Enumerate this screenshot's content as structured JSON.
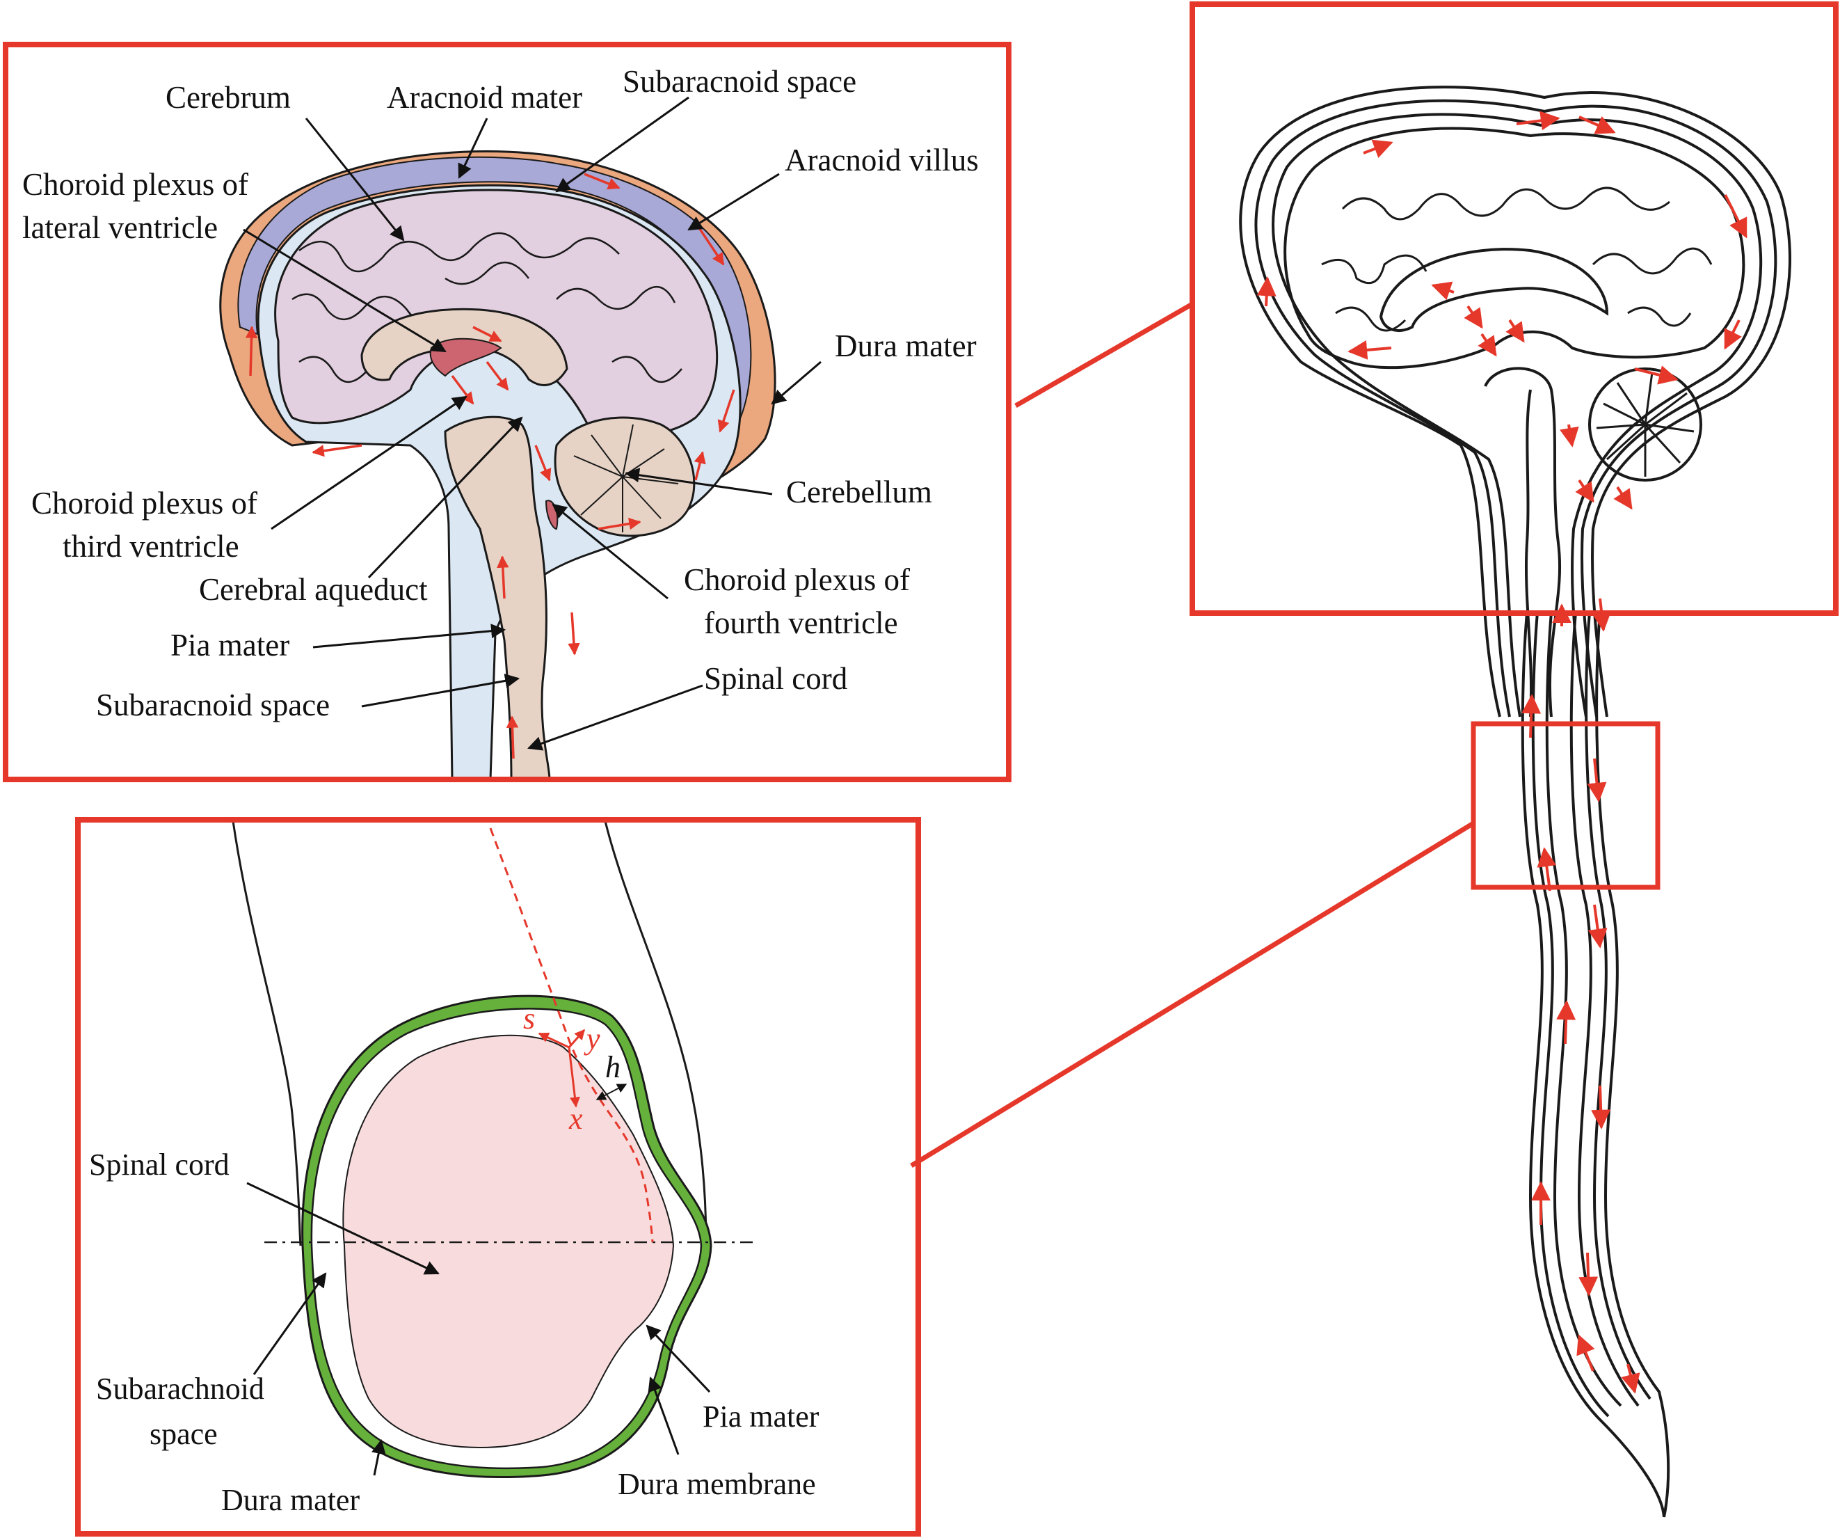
{
  "colors": {
    "frame": "#e5382b",
    "flow_arrow": "#e5382b",
    "brain_tissue": "#e2cfdf",
    "brainstem": "#e6d3c6",
    "csf": "#dbe8f3",
    "dura_outer": "#eba77d",
    "venous_band": "#a8a9d6",
    "choroid": "#cd6570",
    "cord_section": "#f8dcdd",
    "dura_band": "#66b13c",
    "line": "#1a1a1a"
  },
  "panel_anatomy": {
    "labels": {
      "cerebrum": "Cerebrum",
      "aracnoid_mater": "Aracnoid mater",
      "subaracnoid_space_top": "Subaracnoid space",
      "aracnoid_villus": "Aracnoid villus",
      "choroid_lateral_l1": "Choroid plexus of",
      "choroid_lateral_l2": "lateral ventricle",
      "dura_mater": "Dura mater",
      "choroid_third_l1": "Choroid plexus of",
      "choroid_third_l2": "third ventricle",
      "cerebellum": "Cerebellum",
      "cerebral_aqueduct": "Cerebral aqueduct",
      "choroid_fourth_l1": "Choroid plexus of",
      "choroid_fourth_l2": "fourth ventricle",
      "pia_mater": "Pia mater",
      "spinal_cord": "Spinal cord",
      "subaracnoid_space_bottom": "Subaracnoid space"
    }
  },
  "panel_cross_section": {
    "labels": {
      "spinal_cord": "Spinal cord",
      "subarachnoid_l1": "Subarachnoid",
      "subarachnoid_l2": "space",
      "dura_mater": "Dura mater",
      "pia_mater": "Pia mater",
      "dura_membrane": "Dura membrane"
    },
    "coordinate_symbols": {
      "s": "s",
      "y": "y",
      "x": "x",
      "h": "h"
    }
  }
}
